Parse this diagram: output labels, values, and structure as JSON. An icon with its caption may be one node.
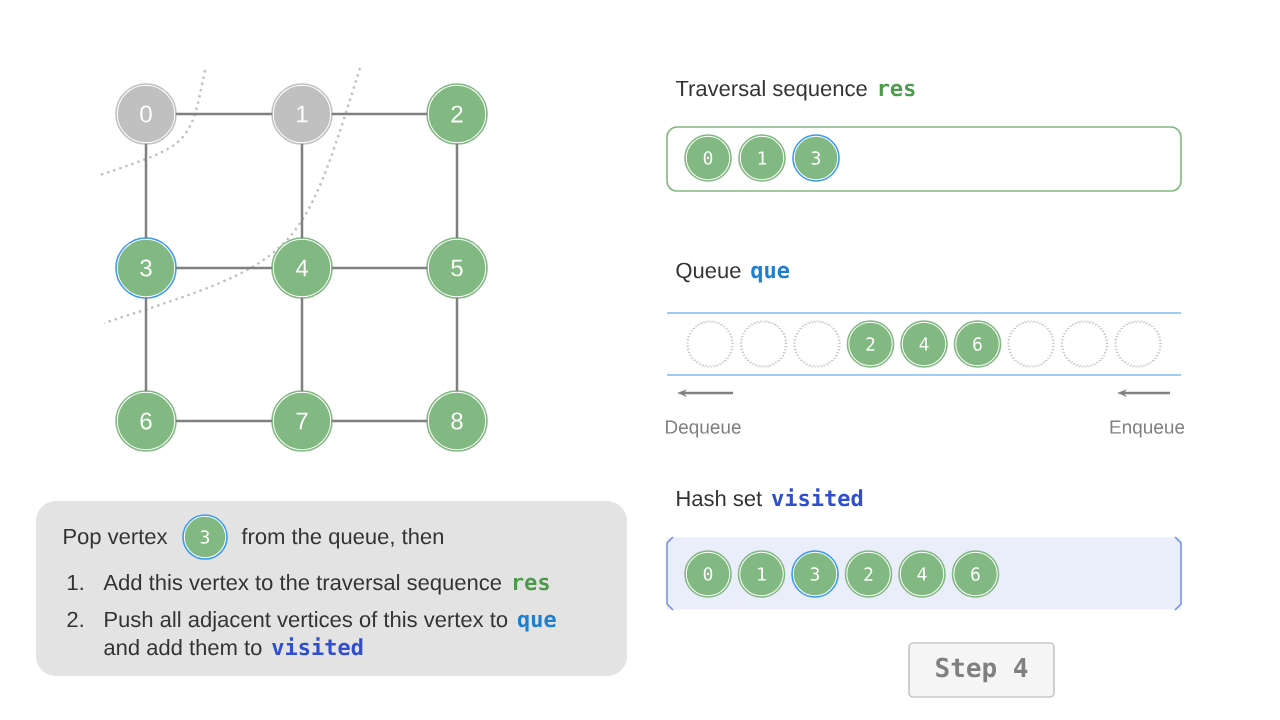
{
  "diagram": {
    "nodes": [
      {
        "text": [
          "0"
        ]
      },
      {
        "text": [
          "1"
        ]
      },
      {
        "text": [
          "2"
        ]
      },
      {
        "text": [
          "3"
        ]
      },
      {
        "text": [
          "4"
        ]
      },
      {
        "text": [
          "5"
        ]
      },
      {
        "text": [
          "6"
        ]
      },
      {
        "text": [
          "7"
        ]
      },
      {
        "text": [
          "8"
        ]
      },
      {
        "text": [
          "Traversal sequence",
          "res"
        ]
      },
      {
        "text": [
          "0"
        ],
        "in": 9
      },
      {
        "text": [
          "1"
        ],
        "in": 9
      },
      {
        "text": [
          "3"
        ],
        "in": 9
      },
      {
        "text": [
          "Queue",
          "que"
        ]
      },
      {
        "text": [],
        "shape": "circle",
        "in": 13
      },
      {
        "text": [],
        "shape": "circle",
        "in": 13
      },
      {
        "text": [],
        "shape": "circle",
        "in": 13
      },
      {
        "text": [
          "2"
        ],
        "in": 13
      },
      {
        "text": [
          "4"
        ],
        "in": 13
      },
      {
        "text": [
          "6"
        ],
        "in": 13
      },
      {
        "text": [],
        "shape": "circle",
        "in": 13
      },
      {
        "text": [],
        "shape": "circle",
        "in": 13
      },
      {
        "text": [],
        "shape": "circle",
        "in": 13
      },
      {
        "text": [
          "Hash set",
          "visited"
        ]
      },
      {
        "text": [
          "0"
        ],
        "in": 23
      },
      {
        "text": [
          "1"
        ],
        "in": 23
      },
      {
        "text": [
          "3"
        ],
        "in": 23
      },
      {
        "text": [
          "2"
        ],
        "in": 23
      },
      {
        "text": [
          "4"
        ],
        "in": 23
      },
      {
        "text": [
          "6"
        ],
        "in": 23
      },
      {
        "text": [
          "Pop vertex",
          "from the queue, then",
          "1.",
          "Add this vertex to the traversal sequence",
          "res",
          "2.",
          "Push all adjacent vertices of this vertex to",
          "que",
          "and add them to",
          "visited"
        ]
      },
      {
        "text": [
          "3"
        ],
        "in": 30
      },
      {
        "text": [
          "Step 4"
        ]
      }
    ],
    "edges": [
      {
        "from": 0,
        "to": 1,
        "arrow": "none"
      },
      {
        "from": 1,
        "to": 2,
        "arrow": "none"
      },
      {
        "from": 0,
        "to": 3,
        "arrow": "none"
      },
      {
        "from": 1,
        "to": 4,
        "arrow": "none"
      },
      {
        "from": 2,
        "to": 5,
        "arrow": "none"
      },
      {
        "from": 3,
        "to": 4,
        "arrow": "none"
      },
      {
        "from": 4,
        "to": 5,
        "arrow": "none"
      },
      {
        "from": 3,
        "to": 6,
        "arrow": "none"
      },
      {
        "from": 4,
        "to": 7,
        "arrow": "none"
      },
      {
        "from": 5,
        "to": 8,
        "arrow": "none"
      },
      {
        "from": 6,
        "to": 7,
        "arrow": "none"
      },
      {
        "from": 7,
        "to": 8,
        "arrow": "none"
      }
    ],
    "labels": [
      "Dequeue",
      "Enqueue"
    ]
  }
}
